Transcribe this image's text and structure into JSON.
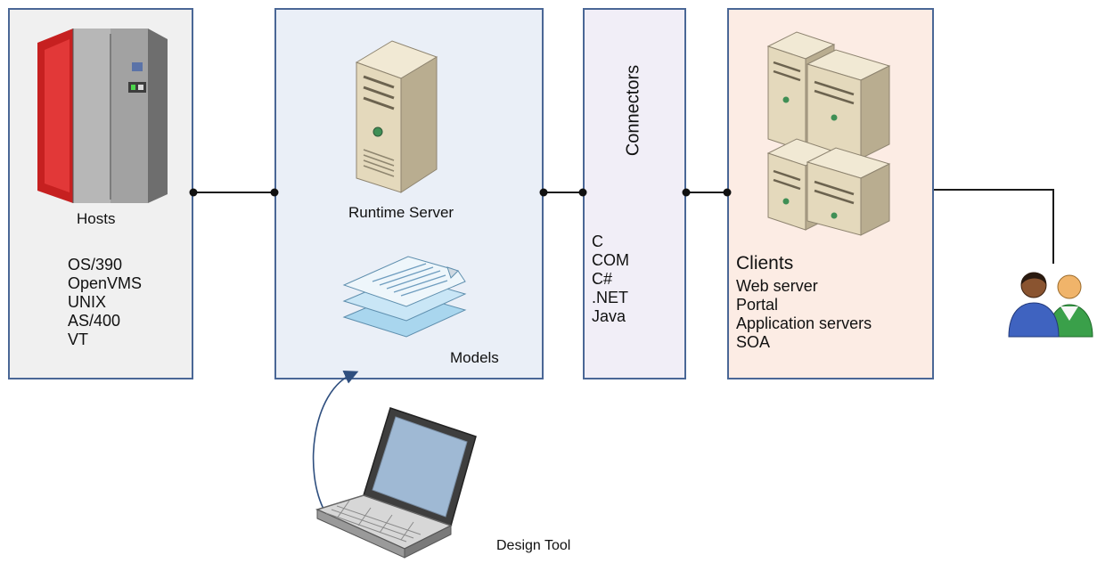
{
  "colors": {
    "border": "#4a6796",
    "hosts_bg": "#f0f0f0",
    "runtime_bg": "#eaeff7",
    "connectors_bg": "#f1eef7",
    "clients_bg": "#fcece4",
    "line": "#1a1a1a",
    "arrow": "#2f4f7f"
  },
  "hosts": {
    "title": "Hosts",
    "items": [
      "OS/390",
      "OpenVMS",
      "UNIX",
      "AS/400",
      "VT"
    ],
    "icon": "mainframe-icon"
  },
  "runtime": {
    "title": "Runtime Server",
    "models_label": "Models",
    "icon": "server-tower-icon",
    "models_icon": "document-stack-icon"
  },
  "connectors": {
    "title": "Connectors",
    "items": [
      "C",
      "COM",
      "C#",
      ".NET",
      "Java"
    ]
  },
  "clients": {
    "title": "Clients",
    "items": [
      "Web server",
      "Portal",
      "Application servers",
      "SOA"
    ],
    "icon": "server-cluster-icon"
  },
  "design_tool": {
    "label": "Design Tool",
    "icon": "laptop-icon"
  },
  "users": {
    "icon": "users-icon"
  }
}
